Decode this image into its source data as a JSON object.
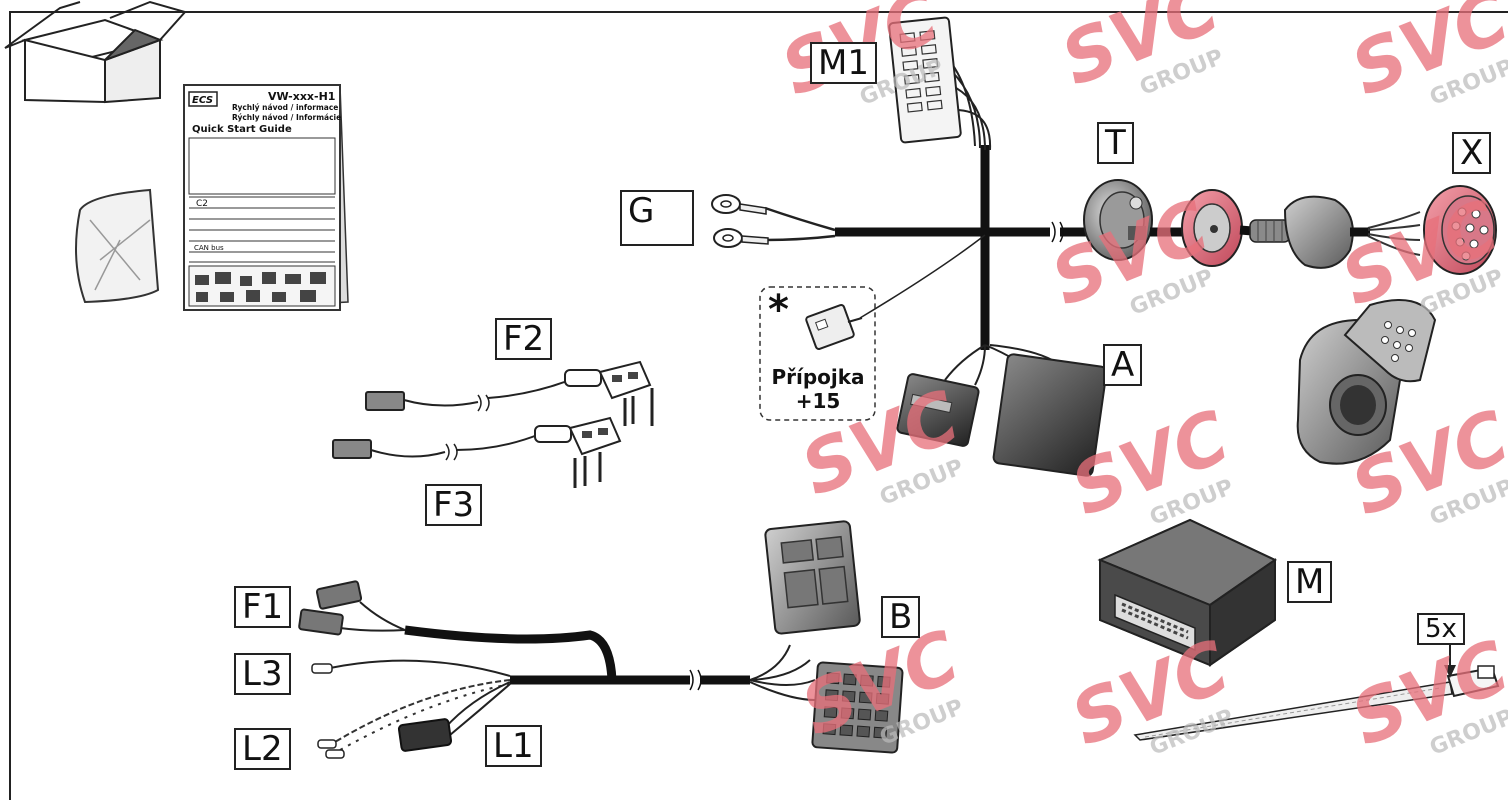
{
  "labels": {
    "M1": "M1",
    "T": "T",
    "X": "X",
    "G": "G",
    "A": "A",
    "F2": "F2",
    "F3": "F3",
    "F1": "F1",
    "L3": "L3",
    "L2": "L2",
    "L1": "L1",
    "B": "B",
    "M": "M",
    "qty": "5x"
  },
  "connector_note": {
    "star": "*",
    "line1": "Přípojka",
    "line2": "+15"
  },
  "manual": {
    "brand": "ECS",
    "code": "VW-xxx-H1",
    "line1": "Rychlý návod / informace",
    "line2": "Rýchly návod / Informácie",
    "title": "Quick Start Guide",
    "row_c2": "C2",
    "row_can": "CAN bus"
  },
  "watermark": {
    "brand": "SVC",
    "sub": "GROUP",
    "color": "#e8707a"
  }
}
